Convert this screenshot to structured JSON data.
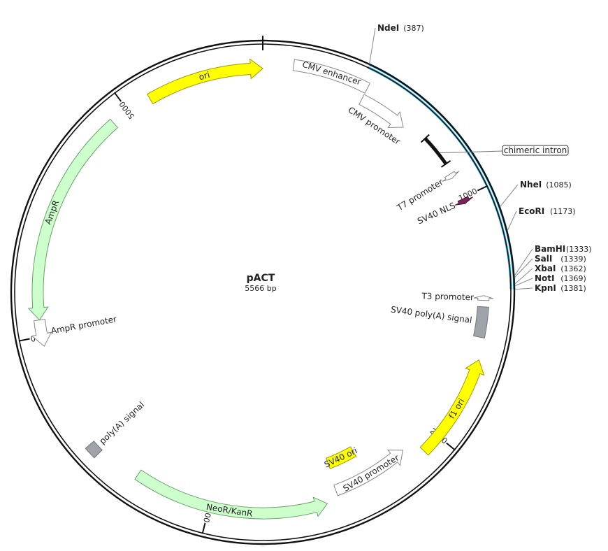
{
  "plasmid": {
    "name": "pACT",
    "length_label": "5566 bp",
    "length": 5566
  },
  "colors": {
    "ori": "#ffff00",
    "ori_stroke": "#9a9a00",
    "resistance": "#ccffcc",
    "resistance_stroke": "#6aa06a",
    "regulatory": "#ffffff",
    "regulatory_stroke": "#888888",
    "polyA": "#a0a4aa",
    "nls": "#7b2457",
    "insert_highlight": "#33bbee",
    "backbone": "#111111"
  },
  "ticks": [
    {
      "label": "1000",
      "bp": 1000
    },
    {
      "label": "2000",
      "bp": 2000
    },
    {
      "label": "3000",
      "bp": 3000
    },
    {
      "label": "4000",
      "bp": 4000
    },
    {
      "label": "5000",
      "bp": 5000
    }
  ],
  "highlight": {
    "name": "insert",
    "start": 387,
    "end": 1381
  },
  "features": [
    {
      "id": "cmv-enhancer",
      "label": "CMV enhancer",
      "start": 120,
      "end": 420,
      "kind": "regulatory",
      "style": "box",
      "dir": 1
    },
    {
      "id": "cmv-promoter",
      "label": "CMV promoter",
      "start": 420,
      "end": 625,
      "kind": "regulatory",
      "style": "arrow",
      "dir": 1
    },
    {
      "id": "chimeric-intron",
      "label": "chimeric intron",
      "start": 720,
      "end": 850,
      "kind": "intron",
      "style": "line",
      "dir": 1
    },
    {
      "id": "t7-promoter",
      "label": "T7 promoter",
      "start": 893,
      "end": 912,
      "kind": "regulatory",
      "style": "arrow",
      "dir": 1
    },
    {
      "id": "sv40-nls",
      "label": "SV40 NLS",
      "start": 1005,
      "end": 1026,
      "kind": "nls",
      "style": "arrow",
      "dir": 1
    },
    {
      "id": "t3-promoter",
      "label": "T3 promoter",
      "start": 1405,
      "end": 1424,
      "kind": "regulatory",
      "style": "arrow",
      "dir": -1
    },
    {
      "id": "sv40-polya",
      "label": "SV40 poly(A) signal",
      "start": 1450,
      "end": 1572,
      "kind": "polyA",
      "style": "box",
      "dir": 1
    },
    {
      "id": "f1-ori",
      "label": "f1 ori",
      "start": 1660,
      "end": 2080,
      "kind": "ori",
      "style": "arrow",
      "dir": -1
    },
    {
      "id": "sv40-promoter",
      "label": "SV40 promoter",
      "start": 2140,
      "end": 2470,
      "kind": "regulatory",
      "style": "arrow",
      "dir": -1
    },
    {
      "id": "sv40-ori",
      "label": "SV40 ori",
      "start": 2325,
      "end": 2460,
      "kind": "ori",
      "style": "box",
      "dir": 1
    },
    {
      "id": "neor-kanr",
      "label": "NeoR/KanR",
      "start": 2520,
      "end": 3315,
      "kind": "resistance",
      "style": "arrow",
      "dir": -1
    },
    {
      "id": "polya-signal",
      "label": "poly(A) signal",
      "start": 3487,
      "end": 3535,
      "kind": "polyA",
      "style": "box",
      "dir": 1
    },
    {
      "id": "ampr-promoter",
      "label": "AmpR promoter",
      "start": 3960,
      "end": 4065,
      "kind": "regulatory",
      "style": "arrow",
      "dir": -1
    },
    {
      "id": "ampr",
      "label": "AmpR",
      "start": 4065,
      "end": 4926,
      "kind": "resistance",
      "style": "arrow",
      "dir": -1
    },
    {
      "id": "ori",
      "label": "ori",
      "start": 5098,
      "end": 5566,
      "kind": "ori",
      "style": "arrow",
      "dir": 1
    }
  ],
  "sites": [
    {
      "name": "NdeI",
      "pos_label": "(387)",
      "bp": 387
    },
    {
      "name": "NheI",
      "pos_label": "(1085)",
      "bp": 1085
    },
    {
      "name": "EcoRI",
      "pos_label": "(1173)",
      "bp": 1173
    },
    {
      "name": "BamHI",
      "pos_label": "(1333)",
      "bp": 1333
    },
    {
      "name": "SalI",
      "pos_label": "(1339)",
      "bp": 1339
    },
    {
      "name": "XbaI",
      "pos_label": "(1362)",
      "bp": 1362
    },
    {
      "name": "NotI",
      "pos_label": "(1369)",
      "bp": 1369
    },
    {
      "name": "KpnI",
      "pos_label": "(1381)",
      "bp": 1381
    }
  ]
}
